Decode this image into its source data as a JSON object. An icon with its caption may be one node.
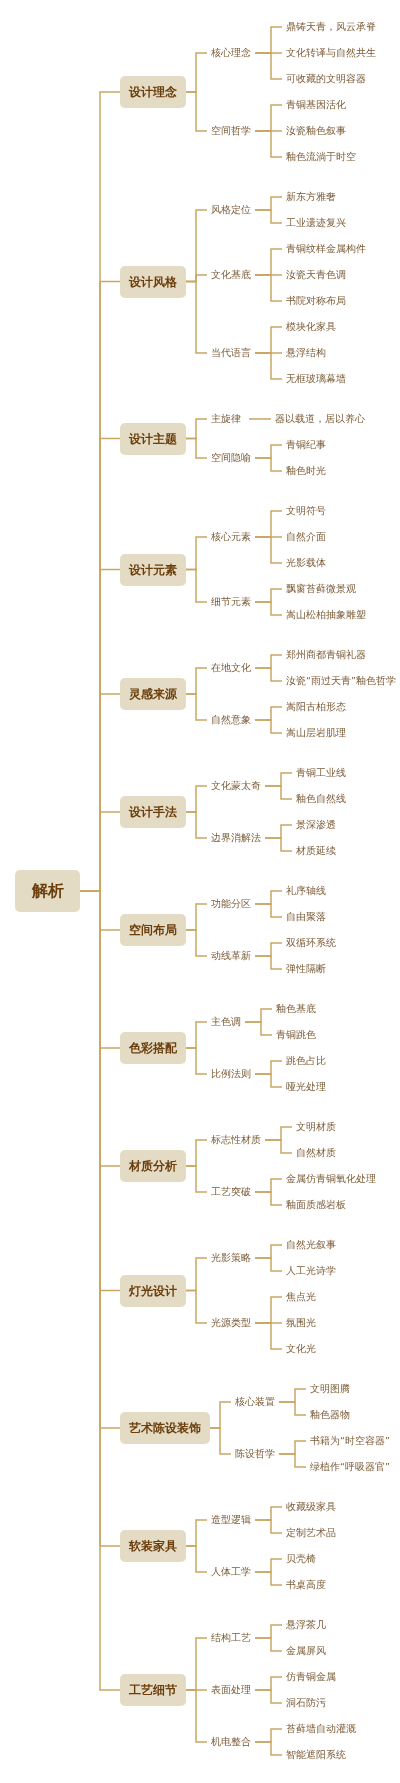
{
  "diagram": {
    "nodes": [
      {
        "text": [
          "解析"
        ]
      },
      {
        "text": [
          "设计理念"
        ]
      },
      {
        "text": [
          "核心理念"
        ]
      },
      {
        "text": [
          "鼎铸天青，风云承脊"
        ]
      },
      {
        "text": [
          "文化转译与自然共生"
        ]
      },
      {
        "text": [
          "可收藏的文明容器"
        ]
      },
      {
        "text": [
          "空间哲学"
        ]
      },
      {
        "text": [
          "青铜基因活化"
        ]
      },
      {
        "text": [
          "汝瓷釉色叙事"
        ]
      },
      {
        "text": [
          "釉色流淌于时空"
        ]
      },
      {
        "text": [
          "设计风格"
        ]
      },
      {
        "text": [
          "风格定位"
        ]
      },
      {
        "text": [
          "新东方雅奢"
        ]
      },
      {
        "text": [
          "工业遗迹复兴"
        ]
      },
      {
        "text": [
          "文化基底"
        ]
      },
      {
        "text": [
          "青铜纹样金属构件"
        ]
      },
      {
        "text": [
          "汝瓷天青色调"
        ]
      },
      {
        "text": [
          "书院对称布局"
        ]
      },
      {
        "text": [
          "当代语言"
        ]
      },
      {
        "text": [
          "模块化家具"
        ]
      },
      {
        "text": [
          "悬浮结构"
        ]
      },
      {
        "text": [
          "无框玻璃幕墙"
        ]
      },
      {
        "text": [
          "设计主题"
        ]
      },
      {
        "text": [
          "主旋律"
        ]
      },
      {
        "text": [
          "器以载道，居以养心"
        ]
      },
      {
        "text": [
          "空间隐喻"
        ]
      },
      {
        "text": [
          "青铜纪事"
        ]
      },
      {
        "text": [
          "釉色时光"
        ]
      },
      {
        "text": [
          "设计元素"
        ]
      },
      {
        "text": [
          "核心元素"
        ]
      },
      {
        "text": [
          "文明符号"
        ]
      },
      {
        "text": [
          "自然介面"
        ]
      },
      {
        "text": [
          "光影载体"
        ]
      },
      {
        "text": [
          "细节元素"
        ]
      },
      {
        "text": [
          "飘窗苔藓微景观"
        ]
      },
      {
        "text": [
          "嵩山松柏抽象雕塑"
        ]
      },
      {
        "text": [
          "灵感来源"
        ]
      },
      {
        "text": [
          "在地文化"
        ]
      },
      {
        "text": [
          "郑州商都青铜礼器"
        ]
      },
      {
        "text": [
          "汝瓷“雨过天青”釉色哲学"
        ]
      },
      {
        "text": [
          "自然意象"
        ]
      },
      {
        "text": [
          "嵩阳古柏形态"
        ]
      },
      {
        "text": [
          "嵩山层岩肌理"
        ]
      },
      {
        "text": [
          "设计手法"
        ]
      },
      {
        "text": [
          "文化蒙太奇"
        ]
      },
      {
        "text": [
          "青铜工业线"
        ]
      },
      {
        "text": [
          "釉色自然线"
        ]
      },
      {
        "text": [
          "边界消解法"
        ]
      },
      {
        "text": [
          "景深渗透"
        ]
      },
      {
        "text": [
          "材质延续"
        ]
      },
      {
        "text": [
          "空间布局"
        ]
      },
      {
        "text": [
          "功能分区"
        ]
      },
      {
        "text": [
          "礼序轴线"
        ]
      },
      {
        "text": [
          "自由聚落"
        ]
      },
      {
        "text": [
          "动线革新"
        ]
      },
      {
        "text": [
          "双循环系统"
        ]
      },
      {
        "text": [
          "弹性隔断"
        ]
      },
      {
        "text": [
          "色彩搭配"
        ]
      },
      {
        "text": [
          "主色调"
        ]
      },
      {
        "text": [
          "釉色基底"
        ]
      },
      {
        "text": [
          "青铜跳色"
        ]
      },
      {
        "text": [
          "比例法则"
        ]
      },
      {
        "text": [
          "跳色占比"
        ]
      },
      {
        "text": [
          "哑光处理"
        ]
      },
      {
        "text": [
          "材质分析"
        ]
      },
      {
        "text": [
          "标志性材质"
        ]
      },
      {
        "text": [
          "文明材质"
        ]
      },
      {
        "text": [
          "自然材质"
        ]
      },
      {
        "text": [
          "工艺突破"
        ]
      },
      {
        "text": [
          "金属仿青铜氧化处理"
        ]
      },
      {
        "text": [
          "釉面质感岩板"
        ]
      },
      {
        "text": [
          "灯光设计"
        ]
      },
      {
        "text": [
          "光影策略"
        ]
      },
      {
        "text": [
          "自然光叙事"
        ]
      },
      {
        "text": [
          "人工光诗学"
        ]
      },
      {
        "text": [
          "光源类型"
        ]
      },
      {
        "text": [
          "焦点光"
        ]
      },
      {
        "text": [
          "氛围光"
        ]
      },
      {
        "text": [
          "文化光"
        ]
      },
      {
        "text": [
          "艺术陈设装饰"
        ]
      },
      {
        "text": [
          "核心装置"
        ]
      },
      {
        "text": [
          "文明图腾"
        ]
      },
      {
        "text": [
          "釉色器物"
        ]
      },
      {
        "text": [
          "陈设哲学"
        ]
      },
      {
        "text": [
          "书籍为“时空容器”"
        ]
      },
      {
        "text": [
          "绿植作“呼吸器官”"
        ]
      },
      {
        "text": [
          "软装家具"
        ]
      },
      {
        "text": [
          "造型逻辑"
        ]
      },
      {
        "text": [
          "收藏级家具"
        ]
      },
      {
        "text": [
          "定制艺术品"
        ]
      },
      {
        "text": [
          "人体工学"
        ]
      },
      {
        "text": [
          "贝壳椅"
        ]
      },
      {
        "text": [
          "书桌高度"
        ]
      },
      {
        "text": [
          "工艺细节"
        ]
      },
      {
        "text": [
          "结构工艺"
        ]
      },
      {
        "text": [
          "悬浮茶几"
        ]
      },
      {
        "text": [
          "金属屏风"
        ]
      },
      {
        "text": [
          "表面处理"
        ]
      },
      {
        "text": [
          "仿青铜金属"
        ]
      },
      {
        "text": [
          "洞石防污"
        ]
      },
      {
        "text": [
          "机电整合"
        ]
      },
      {
        "text": [
          "苔藓墙自动灌溉"
        ]
      },
      {
        "text": [
          "智能遮阳系统"
        ]
      }
    ],
    "edges": [
      {
        "from": 0,
        "to": 1,
        "arrow": "none"
      },
      {
        "from": 0,
        "to": 10,
        "arrow": "none"
      },
      {
        "from": 0,
        "to": 22,
        "arrow": "none"
      },
      {
        "from": 0,
        "to": 28,
        "arrow": "none"
      },
      {
        "from": 0,
        "to": 36,
        "arrow": "none"
      },
      {
        "from": 0,
        "to": 43,
        "arrow": "none"
      },
      {
        "from": 0,
        "to": 50,
        "arrow": "none"
      },
      {
        "from": 0,
        "to": 57,
        "arrow": "none"
      },
      {
        "from": 0,
        "to": 64,
        "arrow": "none"
      },
      {
        "from": 0,
        "to": 71,
        "arrow": "none"
      },
      {
        "from": 0,
        "to": 79,
        "arrow": "none"
      },
      {
        "from": 0,
        "to": 86,
        "arrow": "none"
      },
      {
        "from": 0,
        "to": 93,
        "arrow": "none"
      },
      {
        "from": 1,
        "to": 2,
        "arrow": "none"
      },
      {
        "from": 1,
        "to": 6,
        "arrow": "none"
      },
      {
        "from": 2,
        "to": 3,
        "arrow": "none"
      },
      {
        "from": 2,
        "to": 4,
        "arrow": "none"
      },
      {
        "from": 2,
        "to": 5,
        "arrow": "none"
      },
      {
        "from": 6,
        "to": 7,
        "arrow": "none"
      },
      {
        "from": 6,
        "to": 8,
        "arrow": "none"
      },
      {
        "from": 6,
        "to": 9,
        "arrow": "none"
      },
      {
        "from": 10,
        "to": 11,
        "arrow": "none"
      },
      {
        "from": 10,
        "to": 14,
        "arrow": "none"
      },
      {
        "from": 10,
        "to": 18,
        "arrow": "none"
      },
      {
        "from": 11,
        "to": 12,
        "arrow": "none"
      },
      {
        "from": 11,
        "to": 13,
        "arrow": "none"
      },
      {
        "from": 14,
        "to": 15,
        "arrow": "none"
      },
      {
        "from": 14,
        "to": 16,
        "arrow": "none"
      },
      {
        "from": 14,
        "to": 17,
        "arrow": "none"
      },
      {
        "from": 18,
        "to": 19,
        "arrow": "none"
      },
      {
        "from": 18,
        "to": 20,
        "arrow": "none"
      },
      {
        "from": 18,
        "to": 21,
        "arrow": "none"
      },
      {
        "from": 22,
        "to": 23,
        "arrow": "none"
      },
      {
        "from": 22,
        "to": 25,
        "arrow": "none"
      },
      {
        "from": 23,
        "to": 24,
        "arrow": "none"
      },
      {
        "from": 25,
        "to": 26,
        "arrow": "none"
      },
      {
        "from": 25,
        "to": 27,
        "arrow": "none"
      },
      {
        "from": 28,
        "to": 29,
        "arrow": "none"
      },
      {
        "from": 28,
        "to": 33,
        "arrow": "none"
      },
      {
        "from": 29,
        "to": 30,
        "arrow": "none"
      },
      {
        "from": 29,
        "to": 31,
        "arrow": "none"
      },
      {
        "from": 29,
        "to": 32,
        "arrow": "none"
      },
      {
        "from": 33,
        "to": 34,
        "arrow": "none"
      },
      {
        "from": 33,
        "to": 35,
        "arrow": "none"
      },
      {
        "from": 36,
        "to": 37,
        "arrow": "none"
      },
      {
        "from": 36,
        "to": 40,
        "arrow": "none"
      },
      {
        "from": 37,
        "to": 38,
        "arrow": "none"
      },
      {
        "from": 37,
        "to": 39,
        "arrow": "none"
      },
      {
        "from": 40,
        "to": 41,
        "arrow": "none"
      },
      {
        "from": 40,
        "to": 42,
        "arrow": "none"
      },
      {
        "from": 43,
        "to": 44,
        "arrow": "none"
      },
      {
        "from": 43,
        "to": 47,
        "arrow": "none"
      },
      {
        "from": 44,
        "to": 45,
        "arrow": "none"
      },
      {
        "from": 44,
        "to": 46,
        "arrow": "none"
      },
      {
        "from": 47,
        "to": 48,
        "arrow": "none"
      },
      {
        "from": 47,
        "to": 49,
        "arrow": "none"
      },
      {
        "from": 50,
        "to": 51,
        "arrow": "none"
      },
      {
        "from": 50,
        "to": 54,
        "arrow": "none"
      },
      {
        "from": 51,
        "to": 52,
        "arrow": "none"
      },
      {
        "from": 51,
        "to": 53,
        "arrow": "none"
      },
      {
        "from": 54,
        "to": 55,
        "arrow": "none"
      },
      {
        "from": 54,
        "to": 56,
        "arrow": "none"
      },
      {
        "from": 57,
        "to": 58,
        "arrow": "none"
      },
      {
        "from": 57,
        "to": 61,
        "arrow": "none"
      },
      {
        "from": 58,
        "to": 59,
        "arrow": "none"
      },
      {
        "from": 58,
        "to": 60,
        "arrow": "none"
      },
      {
        "from": 61,
        "to": 62,
        "arrow": "none"
      },
      {
        "from": 61,
        "to": 63,
        "arrow": "none"
      },
      {
        "from": 64,
        "to": 65,
        "arrow": "none"
      },
      {
        "from": 64,
        "to": 68,
        "arrow": "none"
      },
      {
        "from": 65,
        "to": 66,
        "arrow": "none"
      },
      {
        "from": 65,
        "to": 67,
        "arrow": "none"
      },
      {
        "from": 68,
        "to": 69,
        "arrow": "none"
      },
      {
        "from": 68,
        "to": 70,
        "arrow": "none"
      },
      {
        "from": 71,
        "to": 72,
        "arrow": "none"
      },
      {
        "from": 71,
        "to": 75,
        "arrow": "none"
      },
      {
        "from": 72,
        "to": 73,
        "arrow": "none"
      },
      {
        "from": 72,
        "to": 74,
        "arrow": "none"
      },
      {
        "from": 75,
        "to": 76,
        "arrow": "none"
      },
      {
        "from": 75,
        "to": 77,
        "arrow": "none"
      },
      {
        "from": 75,
        "to": 78,
        "arrow": "none"
      },
      {
        "from": 79,
        "to": 80,
        "arrow": "none"
      },
      {
        "from": 79,
        "to": 83,
        "arrow": "none"
      },
      {
        "from": 80,
        "to": 81,
        "arrow": "none"
      },
      {
        "from": 80,
        "to": 82,
        "arrow": "none"
      },
      {
        "from": 83,
        "to": 84,
        "arrow": "none"
      },
      {
        "from": 83,
        "to": 85,
        "arrow": "none"
      },
      {
        "from": 86,
        "to": 87,
        "arrow": "none"
      },
      {
        "from": 86,
        "to": 90,
        "arrow": "none"
      },
      {
        "from": 87,
        "to": 88,
        "arrow": "none"
      },
      {
        "from": 87,
        "to": 89,
        "arrow": "none"
      },
      {
        "from": 90,
        "to": 91,
        "arrow": "none"
      },
      {
        "from": 90,
        "to": 92,
        "arrow": "none"
      },
      {
        "from": 93,
        "to": 94,
        "arrow": "none"
      },
      {
        "from": 93,
        "to": 97,
        "arrow": "none"
      },
      {
        "from": 93,
        "to": 100,
        "arrow": "none"
      },
      {
        "from": 94,
        "to": 95,
        "arrow": "none"
      },
      {
        "from": 94,
        "to": 96,
        "arrow": "none"
      },
      {
        "from": 97,
        "to": 98,
        "arrow": "none"
      },
      {
        "from": 97,
        "to": 99,
        "arrow": "none"
      },
      {
        "from": 100,
        "to": 101,
        "arrow": "none"
      },
      {
        "from": 100,
        "to": 102,
        "arrow": "none"
      }
    ]
  }
}
